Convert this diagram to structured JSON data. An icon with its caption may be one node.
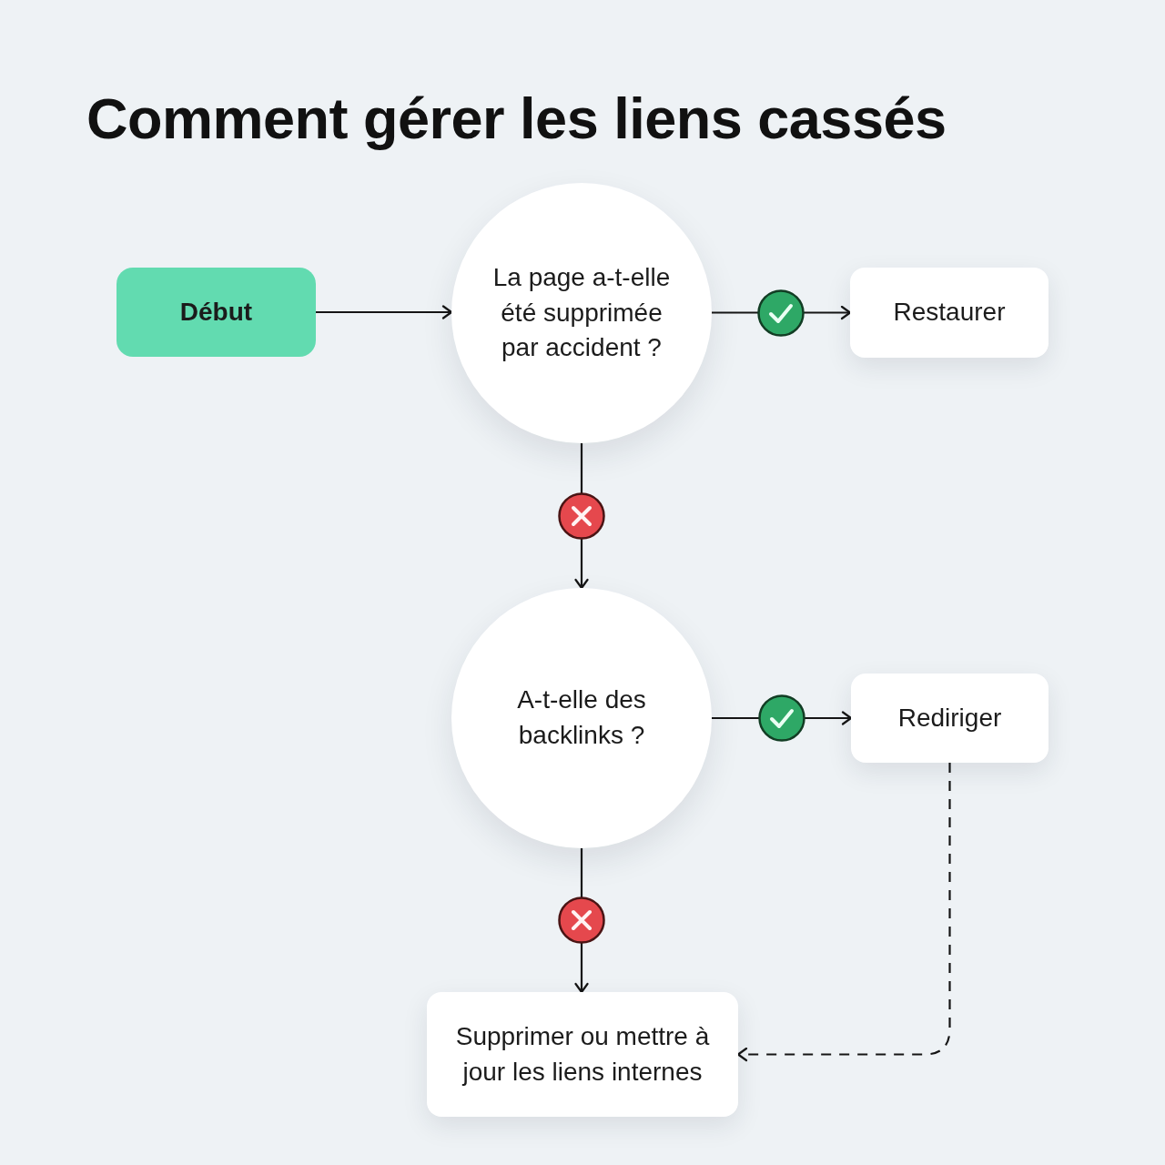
{
  "diagram": {
    "title": "Comment gérer les liens cassés",
    "nodes": [
      {
        "text": [
          "Début"
        ]
      },
      {
        "text": [
          "La page a-t-elle été supprimée par accident ?"
        ]
      },
      {
        "text": [
          "Restaurer"
        ]
      },
      {
        "text": [
          "A-t-elle des backlinks ?"
        ]
      },
      {
        "text": [
          "Rediriger"
        ]
      },
      {
        "text": [
          "Supprimer ou mettre à jour les liens internes"
        ]
      }
    ],
    "edges": [
      {
        "from": 0,
        "to": 1,
        "arrow": "to"
      },
      {
        "from": 1,
        "to": 2,
        "arrow": "to"
      },
      {
        "from": 1,
        "to": 3,
        "arrow": "to"
      },
      {
        "from": 3,
        "to": 4,
        "arrow": "to"
      },
      {
        "from": 3,
        "to": 5,
        "arrow": "to"
      },
      {
        "from": 4,
        "to": 5,
        "arrow": "to",
        "style": "dashed"
      }
    ]
  }
}
